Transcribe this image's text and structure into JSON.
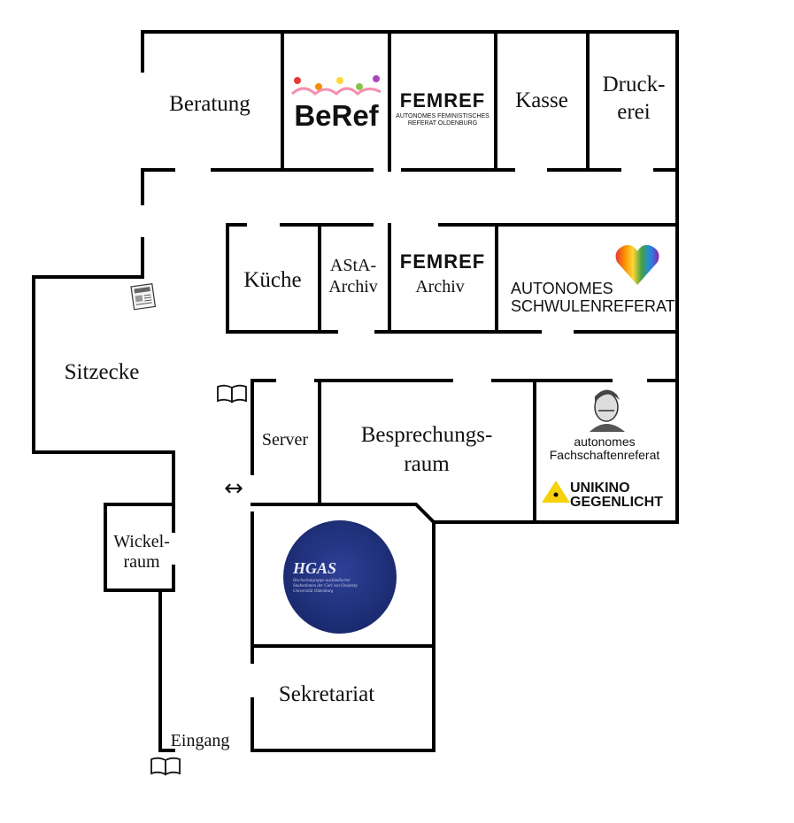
{
  "rooms": {
    "beratung": "Beratung",
    "kasse": "Kasse",
    "druckerei_line1": "Druck-",
    "druckerei_line2": "erei",
    "kueche": "Küche",
    "asta_line1": "AStA-",
    "asta_line2": "Archiv",
    "femref_archiv": "Archiv",
    "sitzecke": "Sitzecke",
    "server": "Server",
    "besprechung_line1": "Besprechungs-",
    "besprechung_line2": "raum",
    "wickel_line1": "Wickel-",
    "wickel_line2": "raum",
    "sekretariat": "Sekretariat",
    "eingang": "Eingang"
  },
  "logos": {
    "beref": "BeRef",
    "femref": "FEMREF",
    "femref_sub1": "AUTONOMES FEMINISTISCHES",
    "femref_sub2": "REFERAT OLDENBURG",
    "femref_archiv": "FEMREF",
    "schwulen_line1": "AUTONOMES",
    "schwulen_line2": "SCHWULENREFERAT",
    "fachschaften_line1": "autonomes",
    "fachschaften_line2": "Fachschaftenreferat",
    "unikino_line1": "UNIKINO",
    "unikino_line2": "GEGENLICHT",
    "hgas_title": "HGAS",
    "hgas_sub1": "Hochschulgruppe ausländischer",
    "hgas_sub2": "Studentinnen der Carl von Ossietzky",
    "hgas_sub3": "Universität Oldenburg"
  },
  "icons": {
    "newspaper": "newspaper-icon",
    "book_upper": "open-book-icon",
    "book_lower": "open-book-icon",
    "arrow": "double-arrow-icon"
  },
  "glyphs": {
    "double_arrow": "↔"
  },
  "colors": {
    "wall": "#000000",
    "hgas_inner": "#2f3f97",
    "hgas_outer": "#1a2a6e",
    "unikino_yellow": "#f6d20c",
    "heart": [
      "#e53935",
      "#fb8c00",
      "#fdd835",
      "#43a047",
      "#1e88e5",
      "#8e24aa"
    ],
    "beref_dots": [
      "#e53935",
      "#fb8c00",
      "#fdd835",
      "#8bc34a",
      "#ab47bc"
    ]
  }
}
